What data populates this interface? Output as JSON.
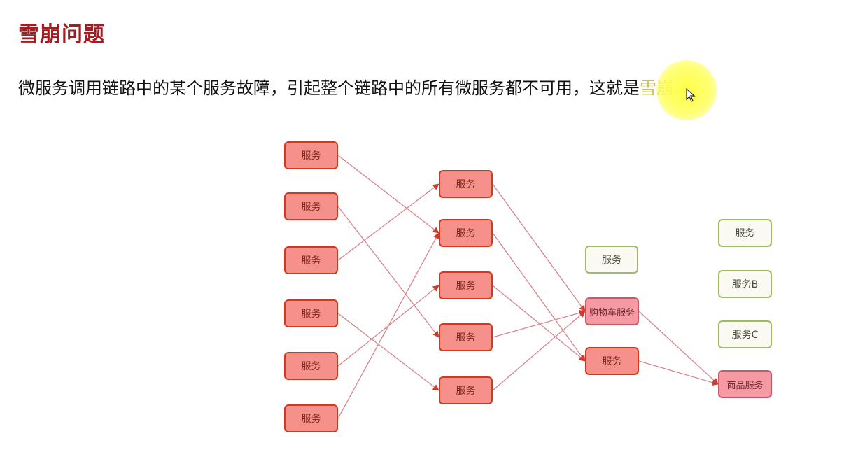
{
  "title": "雪崩问题",
  "description": {
    "main": "微服务调用链路中的某个服务故障，引起整个链路中的所有微服务都不可用，这就是",
    "highlight": "雪崩。"
  },
  "diagram": {
    "nodes": [
      {
        "id": "c1-1",
        "label": "服务",
        "style": "red"
      },
      {
        "id": "c1-2",
        "label": "服务",
        "style": "red"
      },
      {
        "id": "c1-3",
        "label": "服务",
        "style": "red"
      },
      {
        "id": "c1-4",
        "label": "服务",
        "style": "red"
      },
      {
        "id": "c1-5",
        "label": "服务",
        "style": "red"
      },
      {
        "id": "c1-6",
        "label": "服务",
        "style": "red"
      },
      {
        "id": "c2-1",
        "label": "服务",
        "style": "red"
      },
      {
        "id": "c2-2",
        "label": "服务",
        "style": "red"
      },
      {
        "id": "c2-3",
        "label": "服务",
        "style": "red"
      },
      {
        "id": "c2-4",
        "label": "服务",
        "style": "red"
      },
      {
        "id": "c2-5",
        "label": "服务",
        "style": "red"
      },
      {
        "id": "c3-1",
        "label": "服务",
        "style": "green"
      },
      {
        "id": "c3-2",
        "label": "购物车服务",
        "style": "pink"
      },
      {
        "id": "c3-3",
        "label": "服务",
        "style": "red"
      },
      {
        "id": "c4-1",
        "label": "服务",
        "style": "green"
      },
      {
        "id": "c4-2",
        "label": "服务B",
        "style": "green"
      },
      {
        "id": "c4-3",
        "label": "服务C",
        "style": "green"
      },
      {
        "id": "c4-4",
        "label": "商品服务",
        "style": "pink"
      }
    ],
    "edges": [
      {
        "from": "c1-1",
        "to": "c2-2"
      },
      {
        "from": "c1-2",
        "to": "c2-4"
      },
      {
        "from": "c1-3",
        "to": "c2-1"
      },
      {
        "from": "c1-4",
        "to": "c2-5"
      },
      {
        "from": "c1-5",
        "to": "c2-3"
      },
      {
        "from": "c1-6",
        "to": "c2-2"
      },
      {
        "from": "c2-1",
        "to": "c3-2"
      },
      {
        "from": "c2-2",
        "to": "c3-3"
      },
      {
        "from": "c2-3",
        "to": "c3-3"
      },
      {
        "from": "c2-4",
        "to": "c3-2"
      },
      {
        "from": "c2-5",
        "to": "c3-2"
      },
      {
        "from": "c3-2",
        "to": "c4-4"
      },
      {
        "from": "c3-3",
        "to": "c4-4"
      }
    ],
    "colors": {
      "edge": "#d9848c",
      "red_fill": "#f5908a",
      "red_border": "#d2381f",
      "pink_fill": "#f59aa2",
      "green_border": "#9ebc64",
      "title": "#a01e22"
    }
  }
}
